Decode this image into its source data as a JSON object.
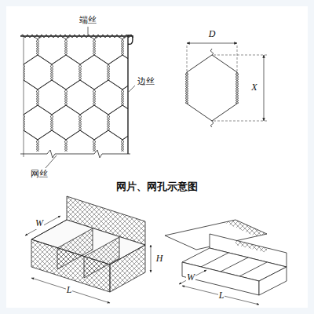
{
  "diagram": {
    "title": "网片、网孔示意图",
    "labels": [
      "端丝",
      "边丝",
      "网丝",
      "D",
      "X",
      "H",
      "L",
      "W",
      "W",
      "L"
    ]
  }
}
